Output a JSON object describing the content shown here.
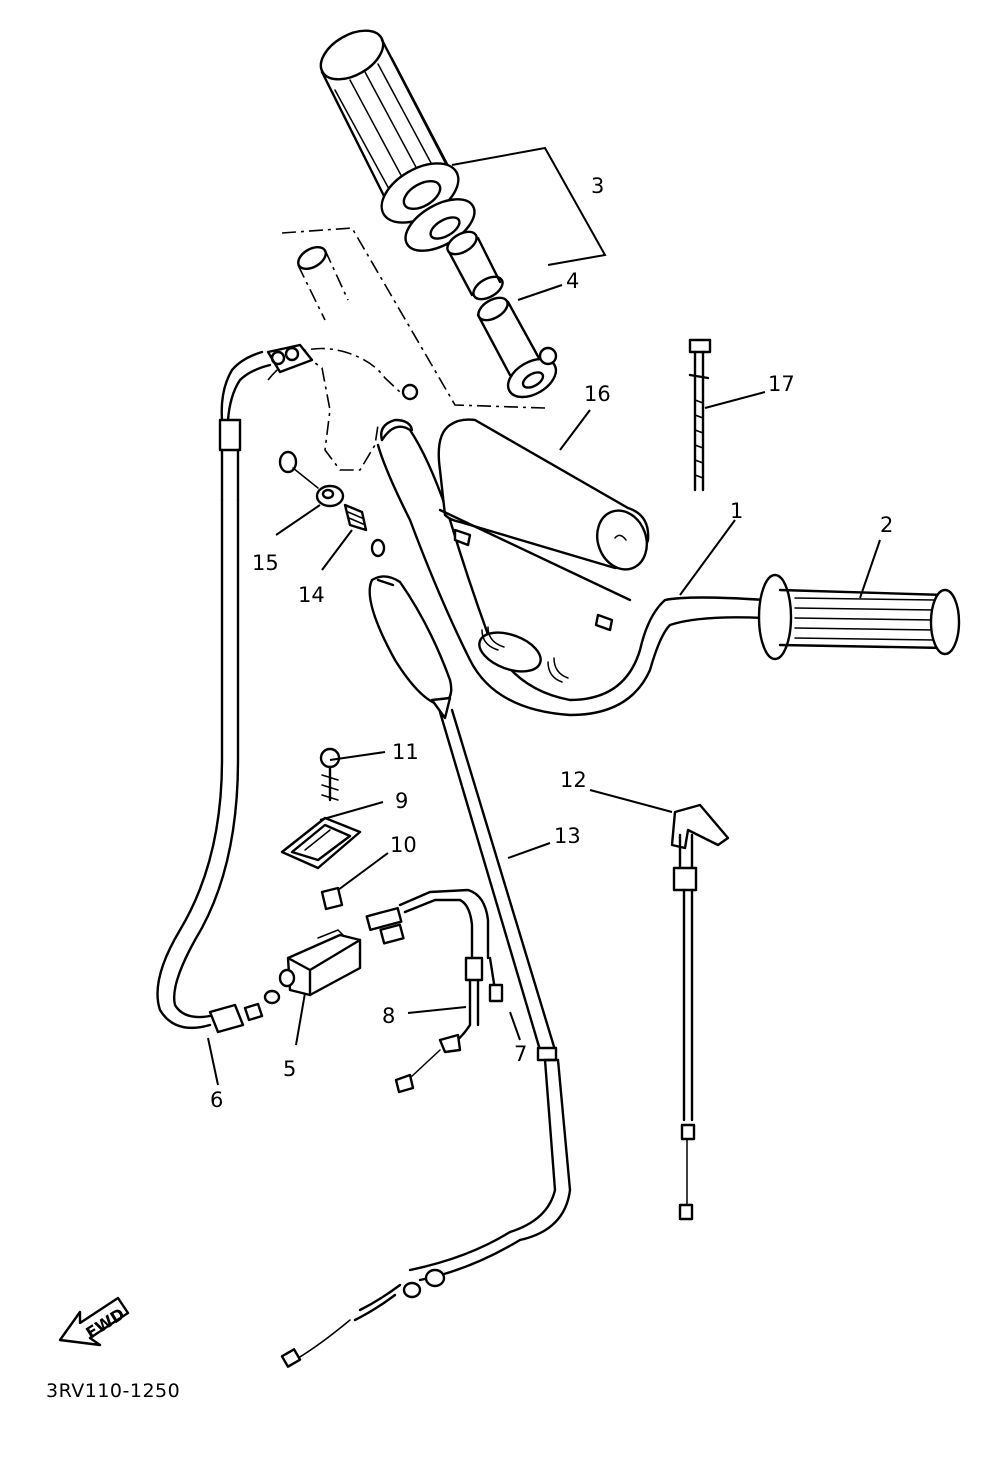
{
  "diagram": {
    "drawing_code": "3RV110-1250",
    "direction_label": "FWD",
    "callouts": [
      {
        "id": "1",
        "label": "1"
      },
      {
        "id": "2",
        "label": "2"
      },
      {
        "id": "3",
        "label": "3"
      },
      {
        "id": "4",
        "label": "4"
      },
      {
        "id": "5",
        "label": "5"
      },
      {
        "id": "6",
        "label": "6"
      },
      {
        "id": "7",
        "label": "7"
      },
      {
        "id": "8",
        "label": "8"
      },
      {
        "id": "9",
        "label": "9"
      },
      {
        "id": "10",
        "label": "10"
      },
      {
        "id": "11",
        "label": "11"
      },
      {
        "id": "12",
        "label": "12"
      },
      {
        "id": "13",
        "label": "13"
      },
      {
        "id": "14",
        "label": "14"
      },
      {
        "id": "15",
        "label": "15"
      },
      {
        "id": "16",
        "label": "16"
      },
      {
        "id": "17",
        "label": "17"
      }
    ]
  }
}
